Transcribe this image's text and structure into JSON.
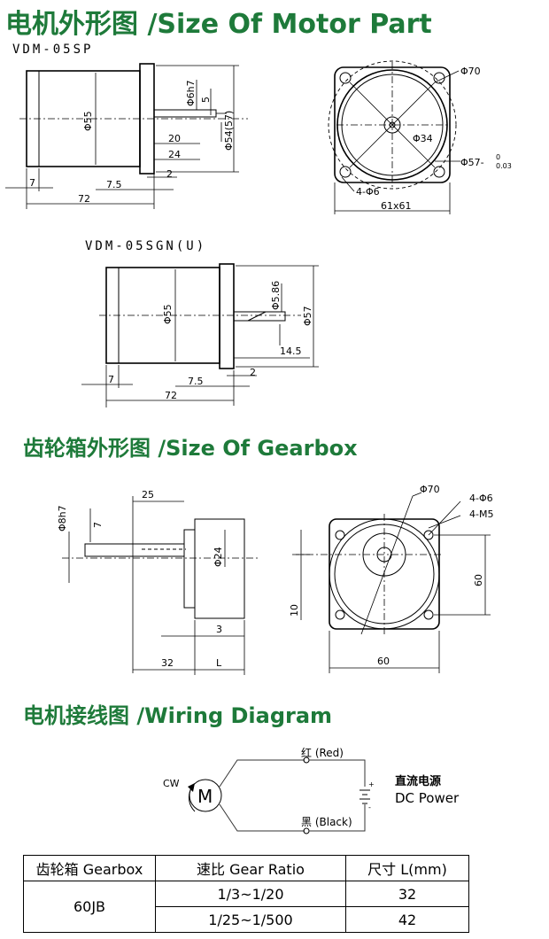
{
  "headings": {
    "motor": "电机外形图 /Size Of Motor Part",
    "gearbox": "齿轮箱外形图 /Size Of Gearbox",
    "wiring": "电机接线图 /Wiring Diagram"
  },
  "motor_sp": {
    "model": "VDM-05SP",
    "dims": {
      "shaft": "Φ6h7",
      "five": "5",
      "body_dia": "Φ55",
      "flange_dia": "Φ54(57)",
      "twenty": "20",
      "twenty_four": "24",
      "two": "2",
      "seven_five": "7.5",
      "seven": "7",
      "seventy_two": "72"
    }
  },
  "motor_front": {
    "dims": {
      "phi70": "Φ70",
      "phi34": "Φ34",
      "phi57": "Φ57-",
      "tol_top": "0",
      "tol_bottom": "0.03",
      "holes": "4-Φ6",
      "square": "61x61"
    }
  },
  "motor_sgn": {
    "model": "VDM-05SGN(U)",
    "dims": {
      "shaft": "Φ5.86",
      "body_dia": "Φ55",
      "flange_dia": "Φ57",
      "fourteen_five": "14.5",
      "two": "2",
      "seven_five": "7.5",
      "seven": "7",
      "seventy_two": "72"
    }
  },
  "gearbox_side": {
    "dims": {
      "shaft": "Φ8h7",
      "twenty_five": "25",
      "seven": "7",
      "boss": "Φ24",
      "three": "3",
      "thirty_two": "32",
      "length": "L"
    }
  },
  "gearbox_front": {
    "dims": {
      "phi70": "Φ70",
      "holes": "4-Φ6",
      "threads": "4-M5",
      "sixty_h": "60",
      "ten": "10",
      "sixty_w": "60"
    }
  },
  "wiring": {
    "red": "红 (Red)",
    "black": "黑 (Black)",
    "cw": "CW",
    "motor": "M",
    "power_cn": "直流电源",
    "power_en": "DC Power",
    "plus": "+",
    "minus": "-"
  },
  "table": {
    "headers": [
      "齿轮箱 Gearbox",
      "速比 Gear Ratio",
      "尺寸 L(mm)"
    ],
    "gearbox": "60JB",
    "rows": [
      {
        "ratio": "1/3~1/20",
        "l": "32"
      },
      {
        "ratio": "1/25~1/500",
        "l": "42"
      }
    ]
  }
}
